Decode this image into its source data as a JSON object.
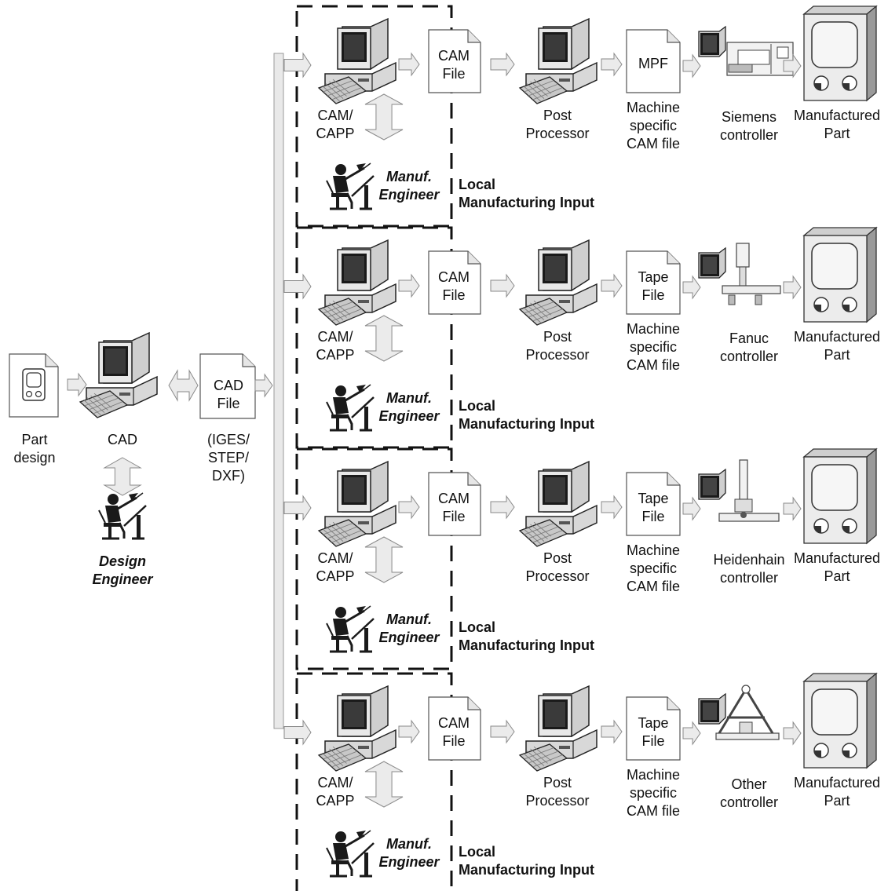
{
  "design": {
    "part_design": [
      "Part",
      "design"
    ],
    "cad": "CAD",
    "design_engineer": [
      "Design",
      "Engineer"
    ],
    "cad_file": [
      "CAD",
      "File"
    ],
    "formats": [
      "(IGES/",
      "STEP/",
      "DXF)"
    ]
  },
  "rows": [
    {
      "cam_file": [
        "CAM",
        "File"
      ],
      "cam_capp": [
        "CAM/",
        "CAPP"
      ],
      "manuf_engineer": [
        "Manuf.",
        "Engineer"
      ],
      "local_input": [
        "Local",
        "Manufacturing Input"
      ],
      "post_processor": [
        "Post",
        "Processor"
      ],
      "machine_file": [
        "MPF"
      ],
      "machine_specific": [
        "Machine",
        "specific",
        "CAM file"
      ],
      "controller": [
        "Siemens",
        "controller"
      ],
      "manufactured_part": [
        "Manufactured",
        "Part"
      ]
    },
    {
      "cam_file": [
        "CAM",
        "File"
      ],
      "cam_capp": [
        "CAM/",
        "CAPP"
      ],
      "manuf_engineer": [
        "Manuf.",
        "Engineer"
      ],
      "local_input": [
        "Local",
        "Manufacturing Input"
      ],
      "post_processor": [
        "Post",
        "Processor"
      ],
      "machine_file": [
        "Tape",
        "File"
      ],
      "machine_specific": [
        "Machine",
        "specific",
        "CAM file"
      ],
      "controller": [
        "Fanuc",
        "controller"
      ],
      "manufactured_part": [
        "Manufactured",
        "Part"
      ]
    },
    {
      "cam_file": [
        "CAM",
        "File"
      ],
      "cam_capp": [
        "CAM/",
        "CAPP"
      ],
      "manuf_engineer": [
        "Manuf.",
        "Engineer"
      ],
      "local_input": [
        "Local",
        "Manufacturing Input"
      ],
      "post_processor": [
        "Post",
        "Processor"
      ],
      "machine_file": [
        "Tape",
        "File"
      ],
      "machine_specific": [
        "Machine",
        "specific",
        "CAM file"
      ],
      "controller": [
        "Heidenhain",
        "controller"
      ],
      "manufactured_part": [
        "Manufactured",
        "Part"
      ]
    },
    {
      "cam_file": [
        "CAM",
        "File"
      ],
      "cam_capp": [
        "CAM/",
        "CAPP"
      ],
      "manuf_engineer": [
        "Manuf.",
        "Engineer"
      ],
      "local_input": [
        "Local",
        "Manufacturing Input"
      ],
      "post_processor": [
        "Post",
        "Processor"
      ],
      "machine_file": [
        "Tape",
        "File"
      ],
      "machine_specific": [
        "Machine",
        "specific",
        "CAM file"
      ],
      "controller": [
        "Other",
        "controller"
      ],
      "manufactured_part": [
        "Manufactured",
        "Part"
      ]
    }
  ],
  "colors": {
    "arrow_fill": "#ebebeb",
    "arrow_stroke": "#8a8a8a",
    "dashed_box": "#111111",
    "icon_dark": "#1a1a1a"
  },
  "icons": [
    "document-icon",
    "computer-icon",
    "engineer-icon",
    "cnc-machine-icon",
    "manufactured-part-icon",
    "arrow-icon",
    "double-arrow-icon"
  ]
}
